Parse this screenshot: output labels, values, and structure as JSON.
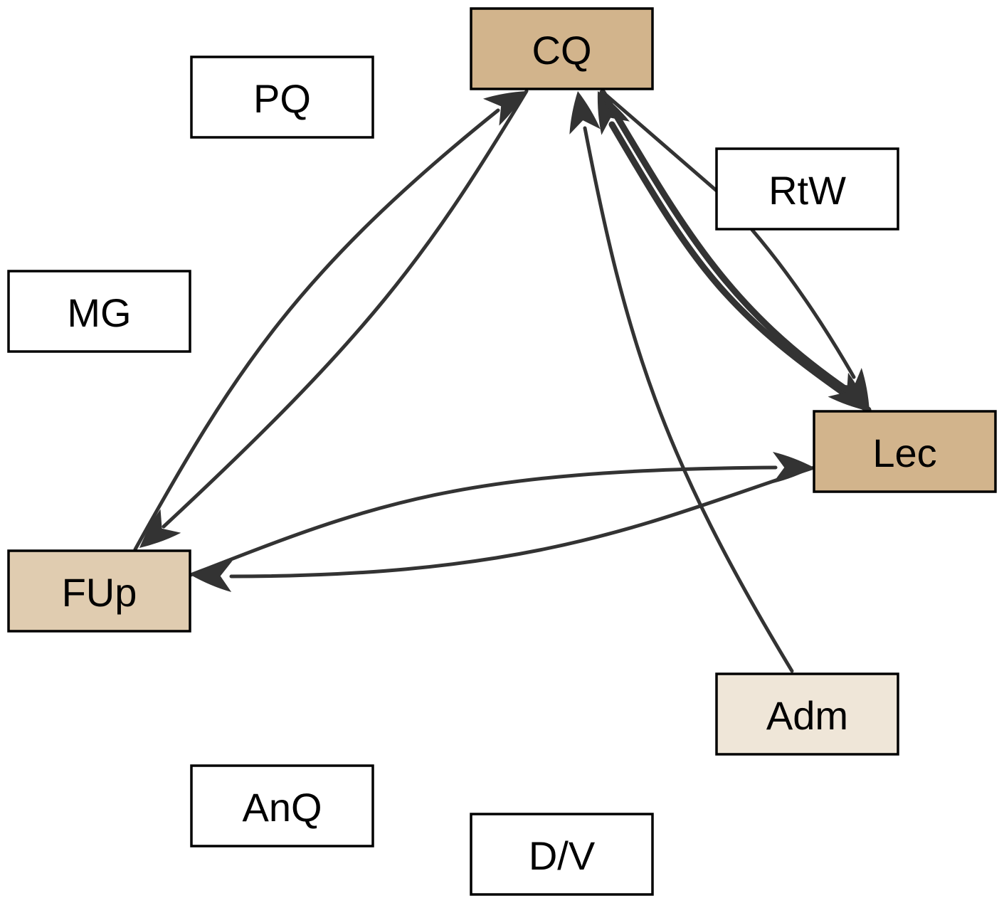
{
  "diagram": {
    "type": "directed-graph",
    "colors": {
      "edge": "#333333",
      "node_border": "#000000",
      "label": "#000000"
    },
    "nodes": [
      {
        "id": "CQ",
        "label": "CQ",
        "fill": "#d2b48c"
      },
      {
        "id": "PQ",
        "label": "PQ",
        "fill": "#ffffff"
      },
      {
        "id": "RtW",
        "label": "RtW",
        "fill": "#ffffff"
      },
      {
        "id": "MG",
        "label": "MG",
        "fill": "#ffffff"
      },
      {
        "id": "Lec",
        "label": "Lec",
        "fill": "#d2b48c"
      },
      {
        "id": "FUp",
        "label": "FUp",
        "fill": "#e0ccb0"
      },
      {
        "id": "Adm",
        "label": "Adm",
        "fill": "#efe6d8"
      },
      {
        "id": "AnQ",
        "label": "AnQ",
        "fill": "#ffffff"
      },
      {
        "id": "DV",
        "label": "D/V",
        "fill": "#ffffff"
      }
    ],
    "edges": [
      {
        "from": "FUp",
        "to": "CQ",
        "weight": "normal"
      },
      {
        "from": "CQ",
        "to": "FUp",
        "weight": "normal"
      },
      {
        "from": "Adm",
        "to": "CQ",
        "weight": "normal"
      },
      {
        "from": "Lec",
        "to": "CQ",
        "weight": "heavy"
      },
      {
        "from": "RtW",
        "to": "CQ",
        "weight": "normal"
      },
      {
        "from": "RtW",
        "to": "Lec",
        "weight": "normal"
      },
      {
        "from": "CQ",
        "to": "Lec",
        "weight": "heavy"
      },
      {
        "from": "FUp",
        "to": "Lec",
        "weight": "normal"
      },
      {
        "from": "Lec",
        "to": "FUp",
        "weight": "normal"
      }
    ]
  }
}
